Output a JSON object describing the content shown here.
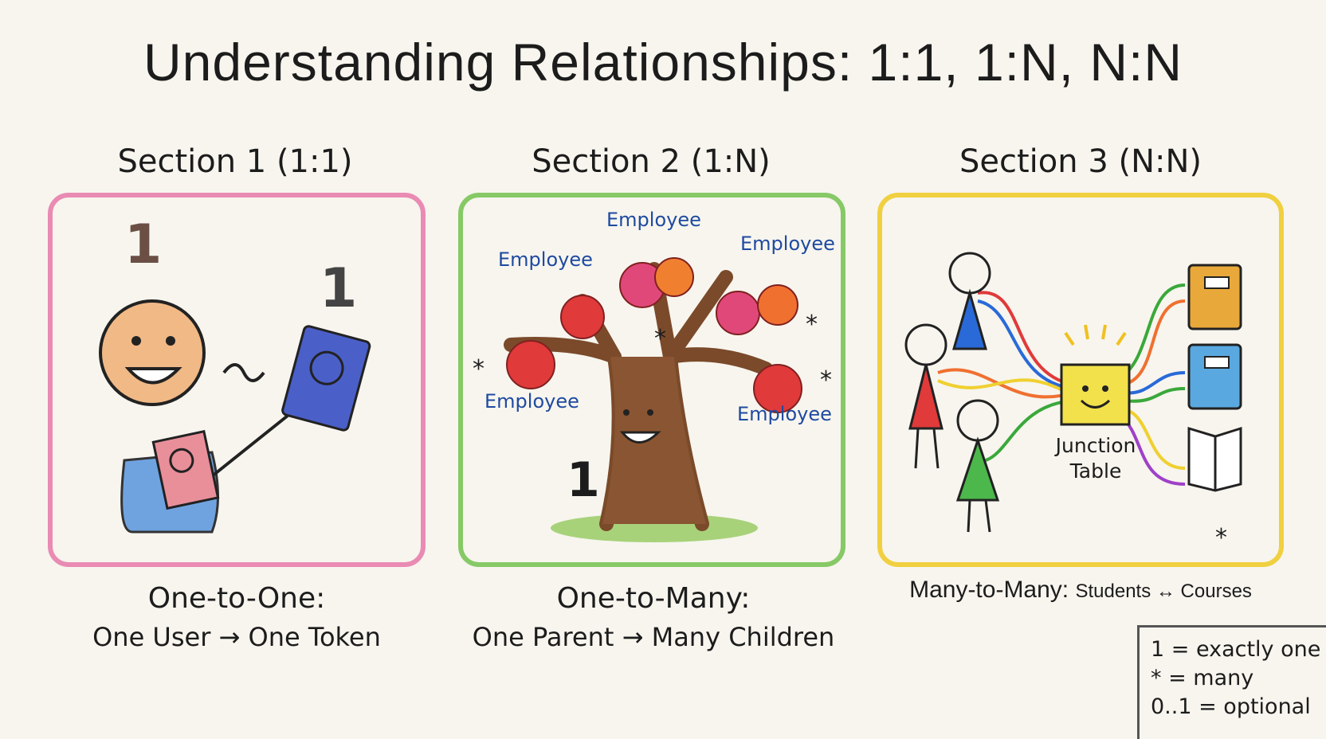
{
  "title": "Understanding Relationships: 1:1, 1:N, N:N",
  "sections": [
    {
      "heading": "Section 1 (1:1)",
      "color": "#e879a8",
      "marks": [
        "1",
        "1"
      ],
      "caption_line1": "One-to-One:",
      "caption_line2": "One User → One Token"
    },
    {
      "heading": "Section 2 (1:N)",
      "color": "#7cc95a",
      "marks": [
        "1",
        "*",
        "*",
        "*",
        "*"
      ],
      "labels": [
        "Employee",
        "Employee",
        "Employee",
        "Employee",
        "Employee"
      ],
      "caption_line1": "One-to-Many:",
      "caption_line2": "One Parent → Many Children"
    },
    {
      "heading": "Section 3 (N:N)",
      "color": "#f0cf3a",
      "junction_line1": "Junction",
      "junction_line2": "Table",
      "marks": [
        "*"
      ],
      "caption_main": "Many-to-Many:",
      "caption_sub": "Students ↔ Courses"
    }
  ],
  "legend": [
    "1 = exactly one",
    "* = many",
    "0..1 = optional"
  ]
}
